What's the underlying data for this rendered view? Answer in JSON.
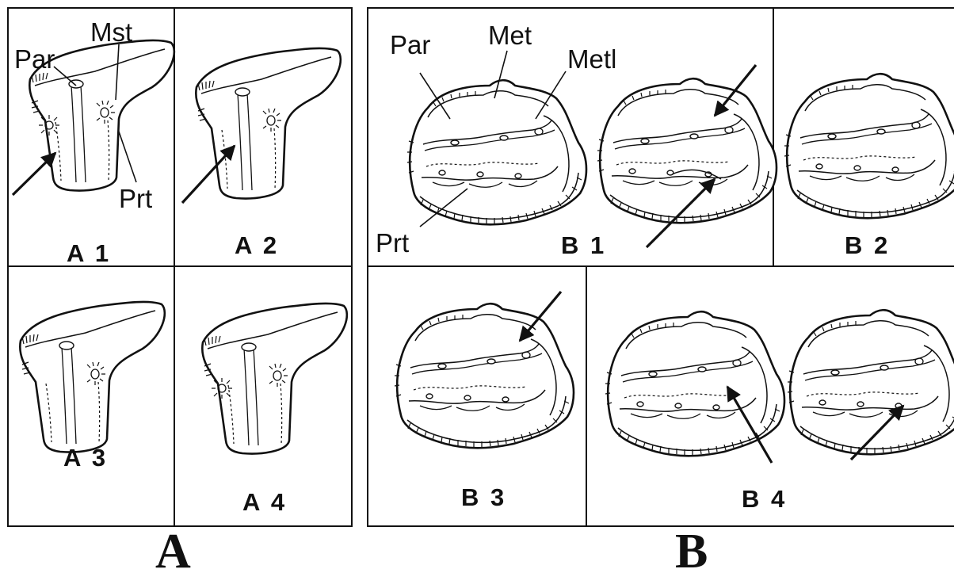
{
  "group_labels": {
    "a": "A",
    "b": "B"
  },
  "panels": {
    "a1": "A 1",
    "a2": "A 2",
    "a3": "A 3",
    "a4": "A 4",
    "b1": "B 1",
    "b2": "B 2",
    "b3": "B 3",
    "b4": "B 4"
  },
  "structure_labels": {
    "a1_mst": "Mst",
    "a1_par": "Par",
    "a1_prt": "Prt",
    "b1_par": "Par",
    "b1_met": "Met",
    "b1_metl": "Metl",
    "b1_prt": "Prt"
  }
}
